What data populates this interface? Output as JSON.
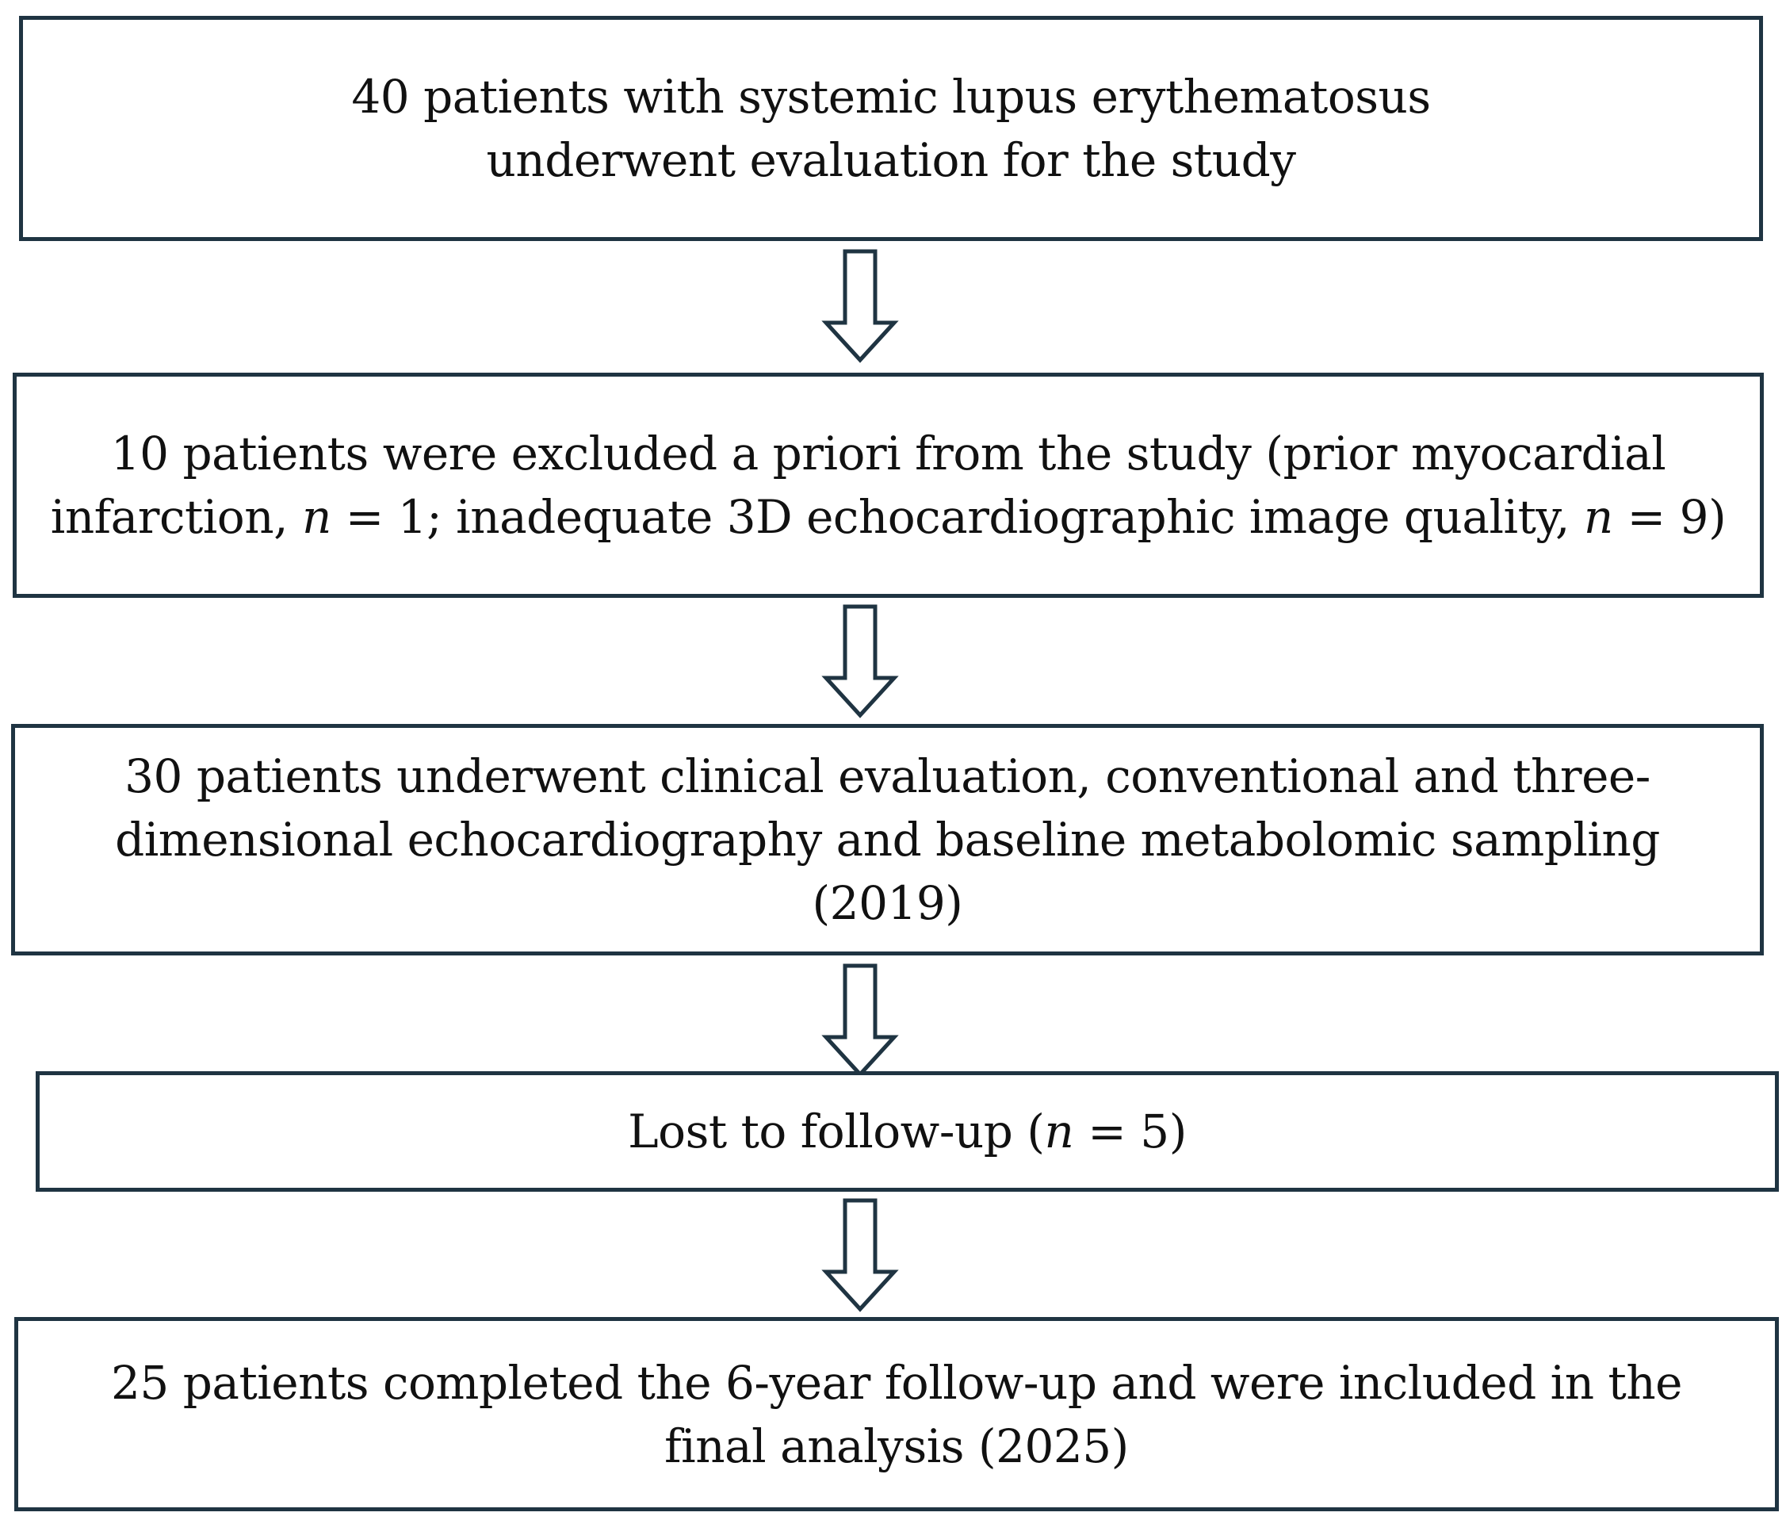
{
  "flow": {
    "box1": {
      "line1": "40 patients with systemic lupus erythematosus",
      "line2": "underwent evaluation for the study"
    },
    "box2": {
      "line1": "10 patients were excluded a priori from the study (prior myocardial",
      "line2_a": "infarction, ",
      "line2_n1": "n",
      "line2_b": " = 1; inadequate 3D echocardiographic image quality, ",
      "line2_n2": "n",
      "line2_c": " = 9)"
    },
    "box3": {
      "line1": "30 patients underwent clinical evaluation, conventional and three-",
      "line2": "dimensional echocardiography and baseline metabolomic sampling",
      "line3": "(2019)"
    },
    "box4": {
      "line1_a": "Lost to follow-up (",
      "line1_n": "n",
      "line1_b": " = 5)"
    },
    "box5": {
      "line1": "25 patients completed the 6-year follow-up and were included in the",
      "line2": "final analysis (2025)"
    }
  },
  "colors": {
    "border": "#1f3442",
    "text": "#111111",
    "background": "#ffffff"
  }
}
